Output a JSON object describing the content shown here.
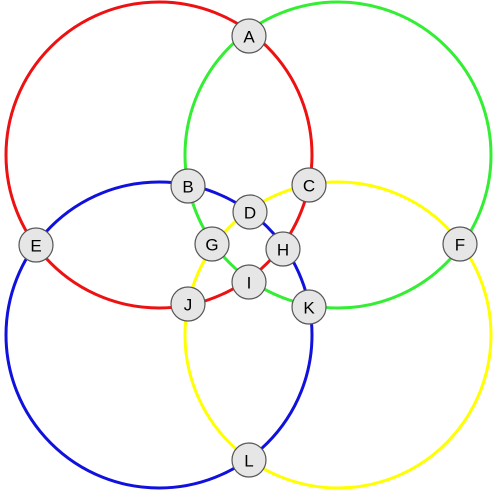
{
  "rings": [
    {
      "name": "red",
      "color": "#ee1111"
    },
    {
      "name": "green",
      "color": "#33ee33"
    },
    {
      "name": "blue",
      "color": "#1111dd"
    },
    {
      "name": "yellow",
      "color": "#ffff00"
    }
  ],
  "nodes": [
    {
      "id": "A",
      "label": "A"
    },
    {
      "id": "B",
      "label": "B"
    },
    {
      "id": "C",
      "label": "C"
    },
    {
      "id": "D",
      "label": "D"
    },
    {
      "id": "E",
      "label": "E"
    },
    {
      "id": "F",
      "label": "F"
    },
    {
      "id": "G",
      "label": "G"
    },
    {
      "id": "H",
      "label": "H"
    },
    {
      "id": "I",
      "label": "I"
    },
    {
      "id": "J",
      "label": "J"
    },
    {
      "id": "K",
      "label": "K"
    },
    {
      "id": "L",
      "label": "L"
    }
  ]
}
